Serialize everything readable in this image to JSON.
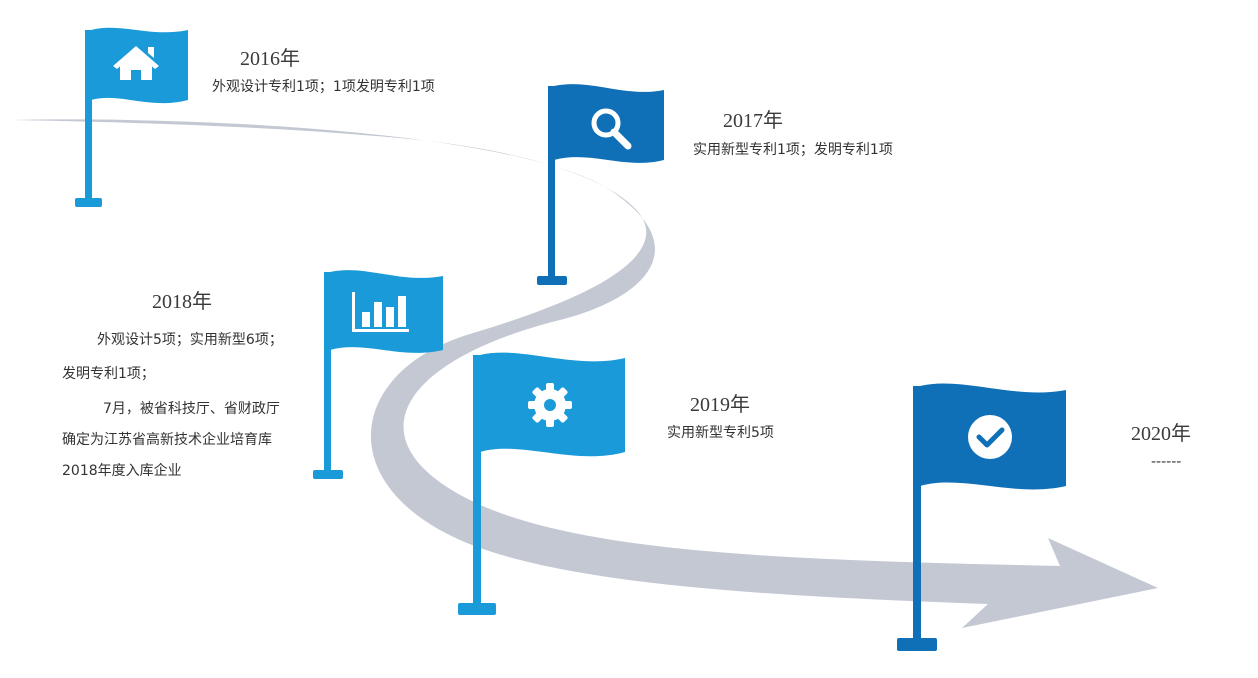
{
  "colors": {
    "light_blue": "#1a9ad8",
    "dark_blue": "#0f70b8",
    "road": "#c3c8d3",
    "text": "#333333"
  },
  "milestones": [
    {
      "year": "2016年",
      "icon": "home-icon",
      "color": "light_blue",
      "lines": [
        "外观设计专利1项；1项发明专利1项"
      ]
    },
    {
      "year": "2017年",
      "icon": "search-icon",
      "color": "dark_blue",
      "lines": [
        "实用新型专利1项；发明专利1项"
      ]
    },
    {
      "year": "2018年",
      "icon": "bar-chart-icon",
      "color": "light_blue",
      "lines": [
        "外观设计5项；实用新型6项；",
        "发明专利1项；",
        "7月，被省科技厅、省财政厅",
        "确定为江苏省高新技术企业培育库",
        "2018年度入库企业"
      ]
    },
    {
      "year": "2019年",
      "icon": "gear-icon",
      "color": "light_blue",
      "lines": [
        "实用新型专利5项"
      ]
    },
    {
      "year": "2020年",
      "icon": "check-circle-icon",
      "color": "dark_blue",
      "lines": [
        "------"
      ]
    }
  ]
}
